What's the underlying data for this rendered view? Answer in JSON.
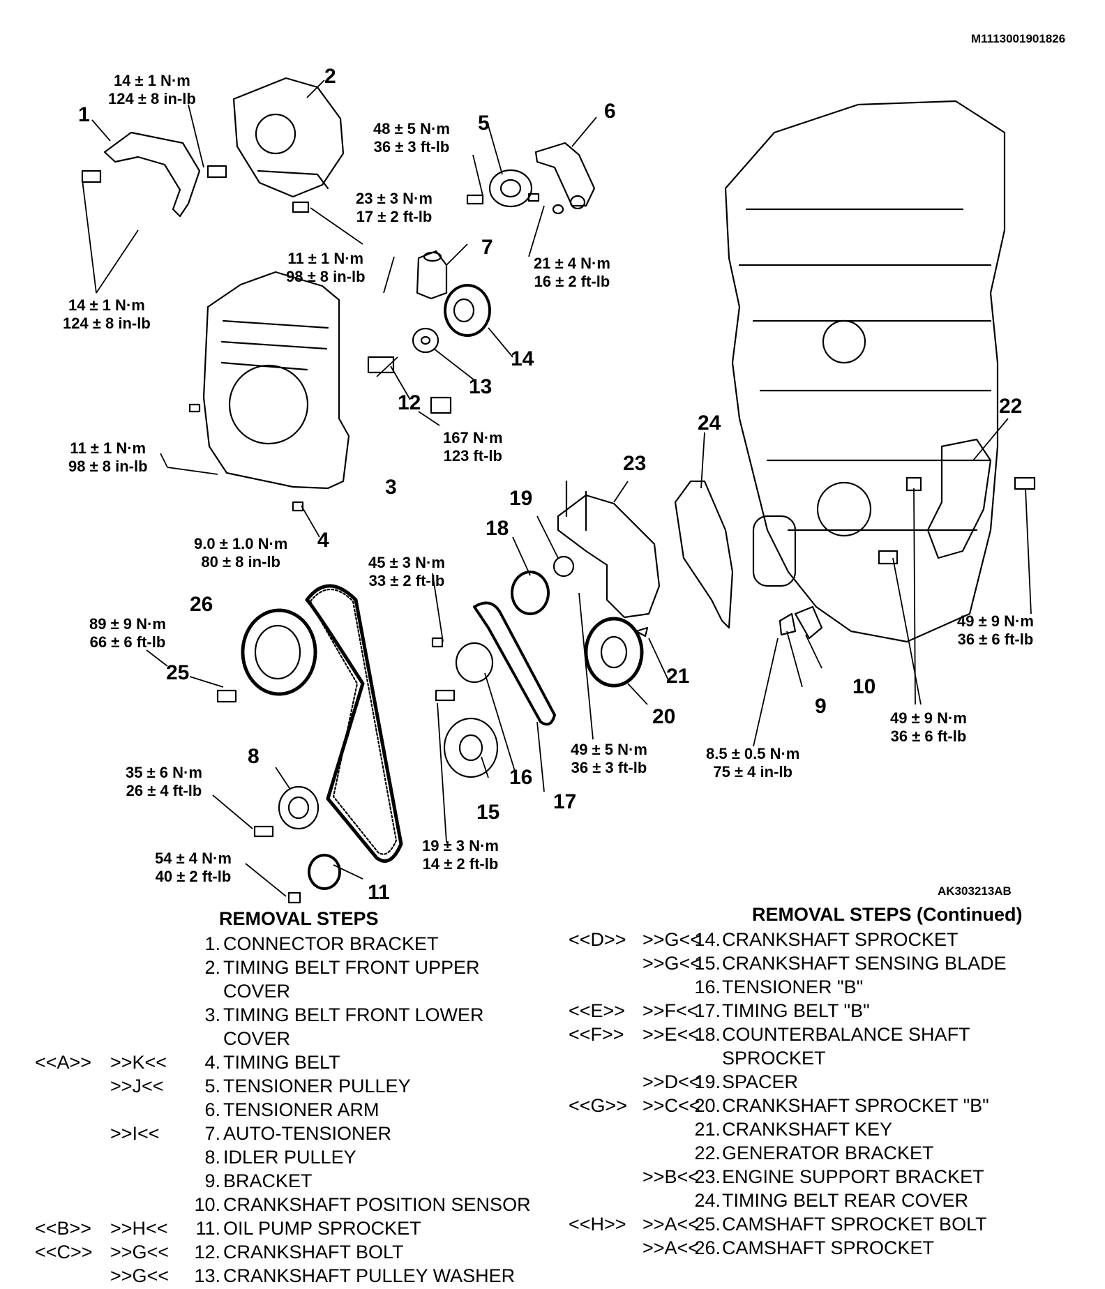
{
  "doc_id": "M1113001901826",
  "figure_id": "AK303213AB",
  "callouts": [
    {
      "n": "1",
      "id": "c1"
    },
    {
      "n": "2",
      "id": "c2"
    },
    {
      "n": "3",
      "id": "c3"
    },
    {
      "n": "4",
      "id": "c4"
    },
    {
      "n": "5",
      "id": "c5"
    },
    {
      "n": "6",
      "id": "c6"
    },
    {
      "n": "7",
      "id": "c7"
    },
    {
      "n": "8",
      "id": "c8"
    },
    {
      "n": "9",
      "id": "c9"
    },
    {
      "n": "10",
      "id": "c10"
    },
    {
      "n": "11",
      "id": "c11"
    },
    {
      "n": "12",
      "id": "c12"
    },
    {
      "n": "13",
      "id": "c13"
    },
    {
      "n": "14",
      "id": "c14"
    },
    {
      "n": "15",
      "id": "c15"
    },
    {
      "n": "16",
      "id": "c16"
    },
    {
      "n": "17",
      "id": "c17"
    },
    {
      "n": "18",
      "id": "c18"
    },
    {
      "n": "19",
      "id": "c19"
    },
    {
      "n": "20",
      "id": "c20"
    },
    {
      "n": "21",
      "id": "c21"
    },
    {
      "n": "22",
      "id": "c22"
    },
    {
      "n": "23",
      "id": "c23"
    },
    {
      "n": "24",
      "id": "c24"
    },
    {
      "n": "25",
      "id": "c25"
    },
    {
      "n": "26",
      "id": "c26"
    }
  ],
  "torques": {
    "t_top_a": [
      "14 ± 1 N·m",
      "124 ± 8 in-lb"
    ],
    "t_left_a": [
      "14 ± 1 N·m",
      "124 ± 8 in-lb"
    ],
    "t_cover": [
      "11 ± 1 N·m",
      "98 ± 8 in-lb"
    ],
    "t_left_b": [
      "11 ± 1 N·m",
      "98 ± 8 in-lb"
    ],
    "t_pulley5": [
      "48 ± 5 N·m",
      "36 ± 3 ft-lb"
    ],
    "t_auto7": [
      "23 ± 3 N·m",
      "17 ± 2 ft-lb"
    ],
    "t_arm6": [
      "21 ± 4 N·m",
      "16 ± 2 ft-lb"
    ],
    "t_crank": [
      "167 N·m",
      "123 ft-lb"
    ],
    "t_9": [
      "9.0 ± 1.0 N·m",
      "80 ± 8 in-lb"
    ],
    "t_45": [
      "45 ± 3 N·m",
      "33 ± 2 ft-lb"
    ],
    "t_89": [
      "89 ± 9 N·m",
      "66 ± 6 ft-lb"
    ],
    "t_35": [
      "35 ± 6 N·m",
      "26 ± 4 ft-lb"
    ],
    "t_54": [
      "54 ± 4 N·m",
      "40 ± 2 ft-lb"
    ],
    "t_19": [
      "19 ± 3 N·m",
      "14 ± 2 ft-lb"
    ],
    "t_49b": [
      "49 ± 5 N·m",
      "36 ± 3 ft-lb"
    ],
    "t_85": [
      "8.5 ± 0.5 N·m",
      "75 ± 4 in-lb"
    ],
    "t_49a": [
      "49 ± 9 N·m",
      "36 ± 6 ft-lb"
    ],
    "t_49c": [
      "49 ± 9 N·m",
      "36 ± 6 ft-lb"
    ]
  },
  "steps_left": {
    "title": "REMOVAL STEPS",
    "rows": [
      {
        "c1": "",
        "c2": "",
        "num": "1.",
        "txt": "CONNECTOR BRACKET"
      },
      {
        "c1": "",
        "c2": "",
        "num": "2.",
        "txt": "TIMING BELT FRONT UPPER"
      },
      {
        "c1": "",
        "c2": "",
        "num": "",
        "txt": "COVER"
      },
      {
        "c1": "",
        "c2": "",
        "num": "3.",
        "txt": "TIMING BELT FRONT LOWER"
      },
      {
        "c1": "",
        "c2": "",
        "num": "",
        "txt": "COVER"
      },
      {
        "c1": "<<A>>",
        "c2": ">>K<<",
        "num": "4.",
        "txt": "TIMING BELT"
      },
      {
        "c1": "",
        "c2": ">>J<<",
        "num": "5.",
        "txt": "TENSIONER PULLEY"
      },
      {
        "c1": "",
        "c2": "",
        "num": "6.",
        "txt": "TENSIONER ARM"
      },
      {
        "c1": "",
        "c2": ">>I<<",
        "num": "7.",
        "txt": "AUTO-TENSIONER"
      },
      {
        "c1": "",
        "c2": "",
        "num": "8.",
        "txt": "IDLER PULLEY"
      },
      {
        "c1": "",
        "c2": "",
        "num": "9.",
        "txt": "BRACKET"
      },
      {
        "c1": "",
        "c2": "",
        "num": "10.",
        "txt": "CRANKSHAFT POSITION SENSOR"
      },
      {
        "c1": "<<B>>",
        "c2": ">>H<<",
        "num": "11.",
        "txt": "OIL PUMP SPROCKET"
      },
      {
        "c1": "<<C>>",
        "c2": ">>G<<",
        "num": "12.",
        "txt": "CRANKSHAFT BOLT"
      },
      {
        "c1": "",
        "c2": ">>G<<",
        "num": "13.",
        "txt": "CRANKSHAFT PULLEY WASHER"
      }
    ]
  },
  "steps_right": {
    "title": "REMOVAL STEPS (Continued)",
    "rows": [
      {
        "c1": "<<D>>",
        "c2": ">>G<<",
        "num": "14.",
        "txt": "CRANKSHAFT SPROCKET"
      },
      {
        "c1": "",
        "c2": ">>G<<",
        "num": "15.",
        "txt": "CRANKSHAFT SENSING BLADE"
      },
      {
        "c1": "",
        "c2": "",
        "num": "16.",
        "txt": "TENSIONER \"B\""
      },
      {
        "c1": "<<E>>",
        "c2": ">>F<<",
        "num": "17.",
        "txt": "TIMING BELT \"B\""
      },
      {
        "c1": "<<F>>",
        "c2": ">>E<<",
        "num": "18.",
        "txt": "COUNTERBALANCE SHAFT"
      },
      {
        "c1": "",
        "c2": "",
        "num": "",
        "txt": "SPROCKET"
      },
      {
        "c1": "",
        "c2": ">>D<<",
        "num": "19.",
        "txt": "SPACER"
      },
      {
        "c1": "<<G>>",
        "c2": ">>C<<",
        "num": "20.",
        "txt": "CRANKSHAFT SPROCKET \"B\""
      },
      {
        "c1": "",
        "c2": "",
        "num": "21.",
        "txt": "CRANKSHAFT KEY"
      },
      {
        "c1": "",
        "c2": "",
        "num": "22.",
        "txt": "GENERATOR BRACKET"
      },
      {
        "c1": "",
        "c2": ">>B<<",
        "num": "23.",
        "txt": "ENGINE SUPPORT BRACKET"
      },
      {
        "c1": "",
        "c2": "",
        "num": "24.",
        "txt": "TIMING BELT REAR COVER"
      },
      {
        "c1": "<<H>>",
        "c2": ">>A<<",
        "num": "25.",
        "txt": "CAMSHAFT SPROCKET BOLT"
      },
      {
        "c1": "",
        "c2": ">>A<<",
        "num": "26.",
        "txt": "CAMSHAFT SPROCKET"
      }
    ]
  }
}
